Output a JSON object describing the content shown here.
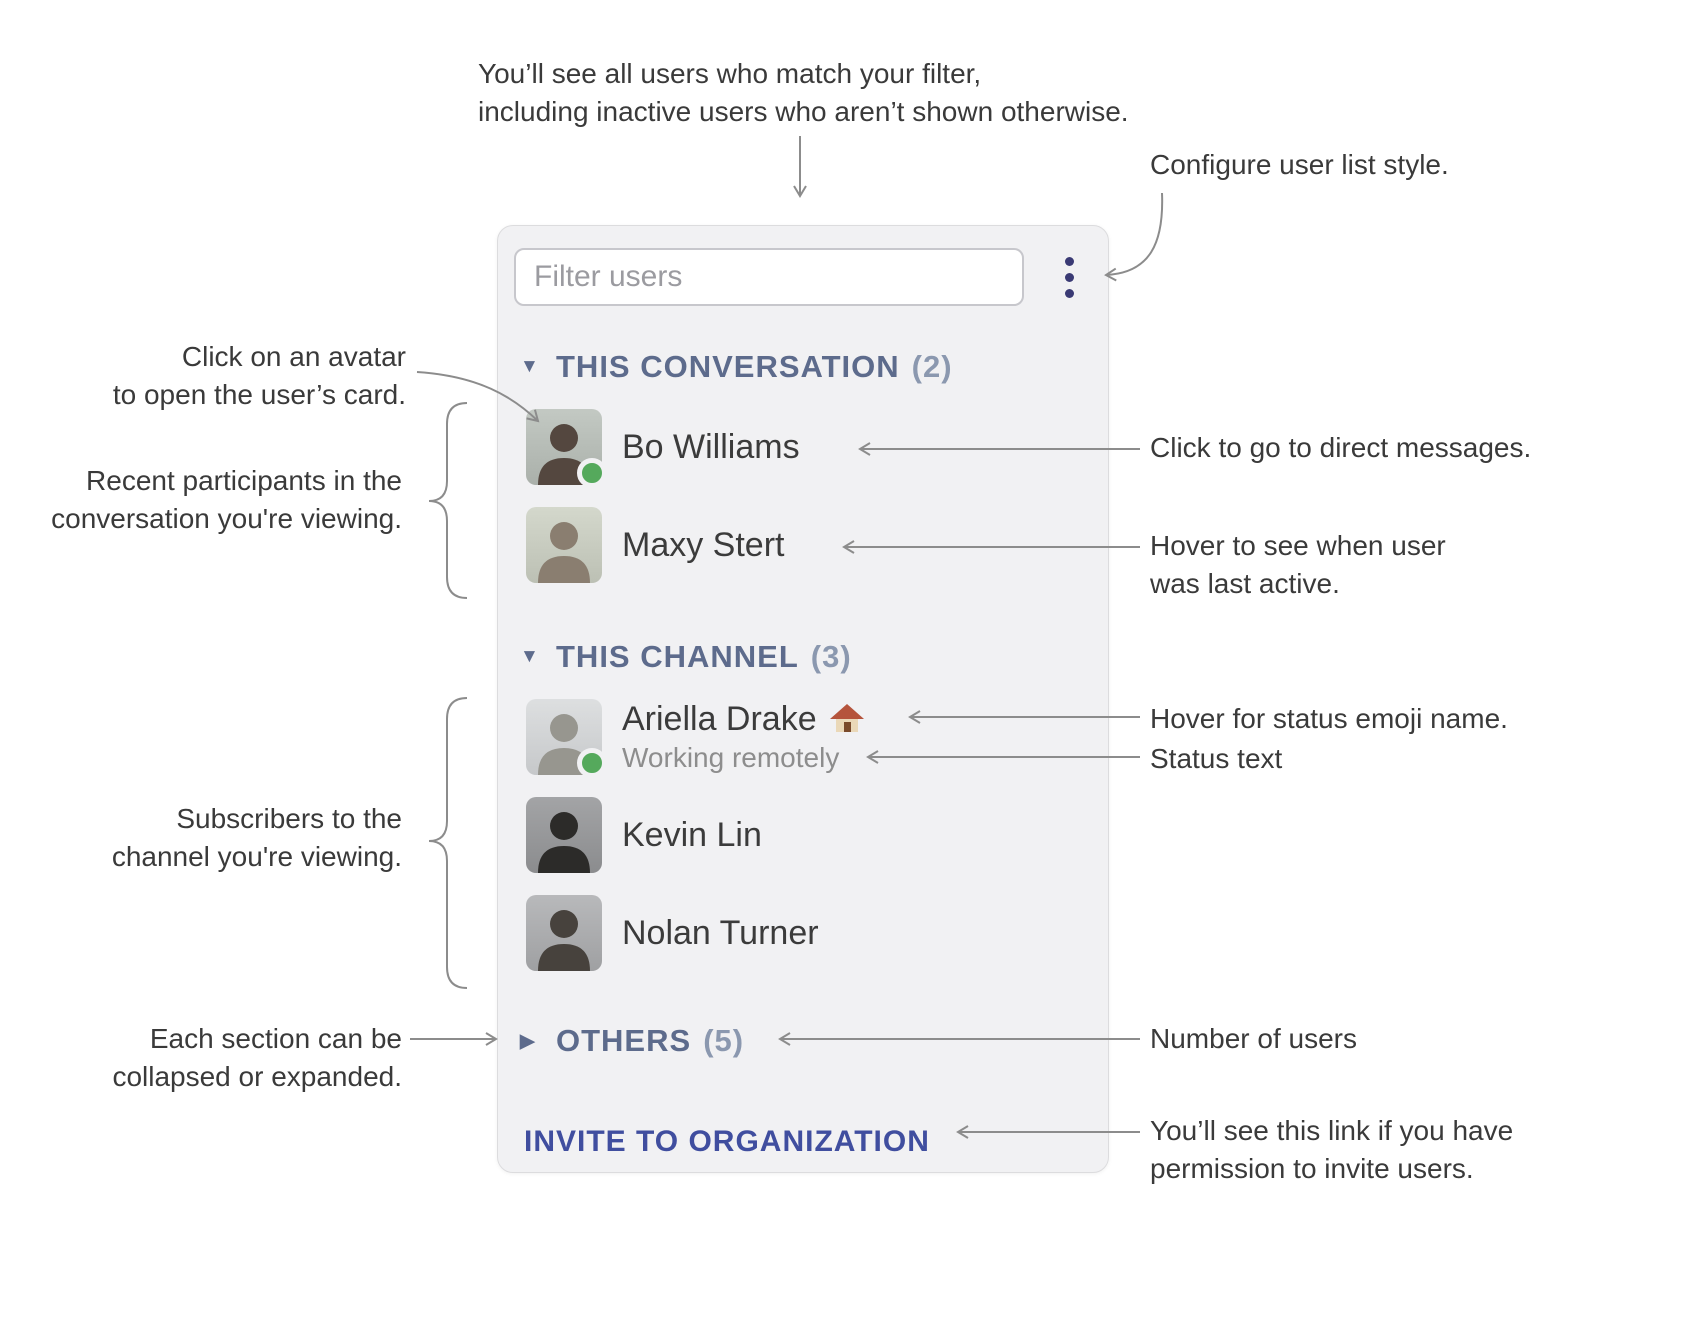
{
  "colors": {
    "section_header": "#5d6b8c",
    "section_count": "#8b98af",
    "invite_link": "#404e9f",
    "presence_green": "#55a95c",
    "kebab_menu": "#3a3a74",
    "annotation_line": "#8c8c8c",
    "panel_background": "#f1f1f3"
  },
  "panel": {
    "filter": {
      "placeholder": "Filter users"
    },
    "menu_icon": "kebab-vertical-menu",
    "sections": [
      {
        "label": "THIS CONVERSATION",
        "count": "(2)",
        "state": "expanded",
        "toggle_icon": "▼",
        "users": [
          {
            "name": "Bo Williams",
            "presence": "active"
          },
          {
            "name": "Maxy Stert",
            "presence": "none"
          }
        ]
      },
      {
        "label": "THIS CHANNEL",
        "count": "(3)",
        "state": "expanded",
        "toggle_icon": "▼",
        "users": [
          {
            "name": "Ariella Drake",
            "status_emoji": "🏠",
            "status_text": "Working remotely",
            "presence": "active"
          },
          {
            "name": "Kevin Lin",
            "presence": "none"
          },
          {
            "name": "Nolan Turner",
            "presence": "none"
          }
        ]
      },
      {
        "label": "OTHERS",
        "count": "(5)",
        "state": "collapsed",
        "toggle_icon": "▶",
        "users": []
      }
    ],
    "invite_link": "INVITE TO ORGANIZATION"
  },
  "annotations": {
    "filter_note": "You’ll see all users who match your filter,\nincluding inactive users who aren’t shown otherwise.",
    "configure_note": "Configure user list style.",
    "avatar_note": "Click on an avatar\nto open the user’s card.",
    "participants_note": "Recent participants in the\nconversation you're viewing.",
    "dm_note": "Click to go to direct messages.",
    "last_active_note": "Hover to see when user\nwas last active.",
    "emoji_note": "Hover for status emoji name.",
    "status_note": "Status text",
    "subscribers_note": "Subscribers to the\nchannel you're viewing.",
    "collapse_note": "Each section can be\ncollapsed or expanded.",
    "count_note": "Number of users",
    "invite_note": "You’ll see this link if you have\npermission to invite users."
  }
}
